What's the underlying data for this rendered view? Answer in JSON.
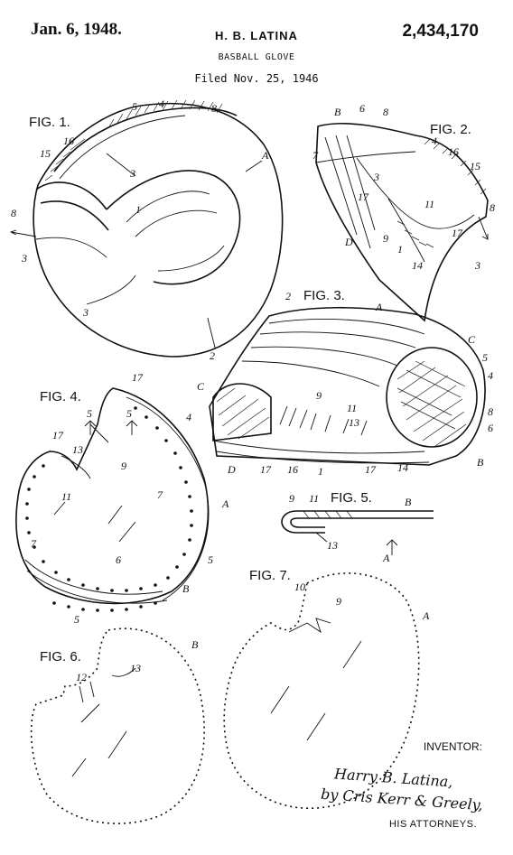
{
  "header": {
    "date": "Jan. 6, 1948.",
    "inventor": "H. B. LATINA",
    "patent_number": "2,434,170",
    "title": "BASBALL GLOVE",
    "filed": "Filed Nov. 25, 1946"
  },
  "figures": {
    "fig1": "FIG. 1.",
    "fig2": "FIG. 2.",
    "fig3": "FIG. 3.",
    "fig4": "FIG. 4.",
    "fig5": "FIG. 5.",
    "fig6": "FIG. 6.",
    "fig7": "FIG. 7."
  },
  "refs": {
    "A": "A",
    "B": "B",
    "C": "C",
    "D": "D",
    "n1": "1",
    "n2": "2",
    "n3": "3",
    "n4": "4",
    "n5": "5",
    "n6": "6",
    "n7": "7",
    "n8": "8",
    "n9": "9",
    "n10": "10",
    "n11": "11",
    "n12": "12",
    "n13": "13",
    "n14": "14",
    "n15": "15",
    "n16": "16",
    "n17": "17"
  },
  "footer": {
    "inventor_label": "INVENTOR:",
    "signature_line1": "Harry B. Latina,",
    "signature_line2": "by Cris Kerr & Greely,",
    "attorneys_label": "HIS ATTORNEYS."
  }
}
